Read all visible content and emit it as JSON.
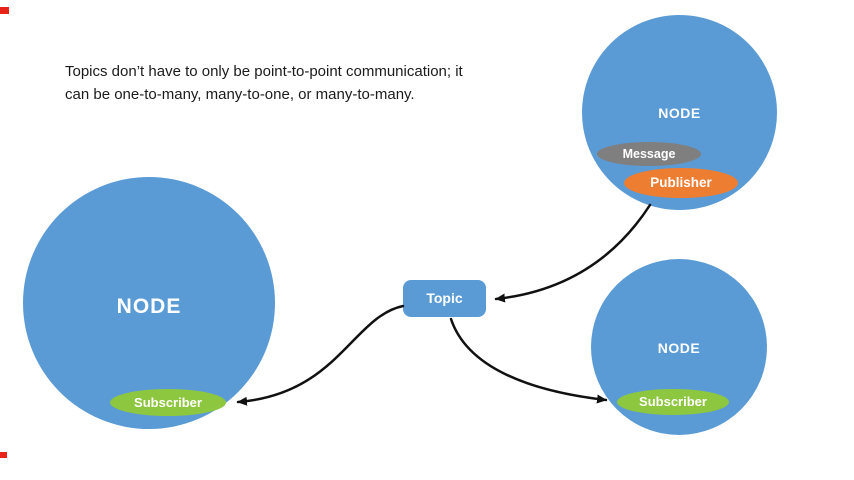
{
  "caption": {
    "line1": "Topics don’t have to only be point-to-point communication; it",
    "line2": "can be one-to-many, many-to-one, or many-to-many."
  },
  "topic": {
    "label": "Topic"
  },
  "nodes": {
    "left": {
      "label": "NODE",
      "subscriber_label": "Subscriber"
    },
    "top_right": {
      "label": "NODE",
      "message_label": "Message",
      "publisher_label": "Publisher"
    },
    "bottom_right": {
      "label": "NODE",
      "subscriber_label": "Subscriber"
    }
  },
  "colors": {
    "node_blue": "#5b9bd5",
    "subscriber_green": "#8dc63f",
    "publisher_orange": "#ed7d31",
    "message_gray": "#7f7f7f",
    "arrow_black": "#111111",
    "artifact_red": "#e8231a",
    "text_black": "#1b1b1b",
    "label_white": "#ffffff"
  }
}
